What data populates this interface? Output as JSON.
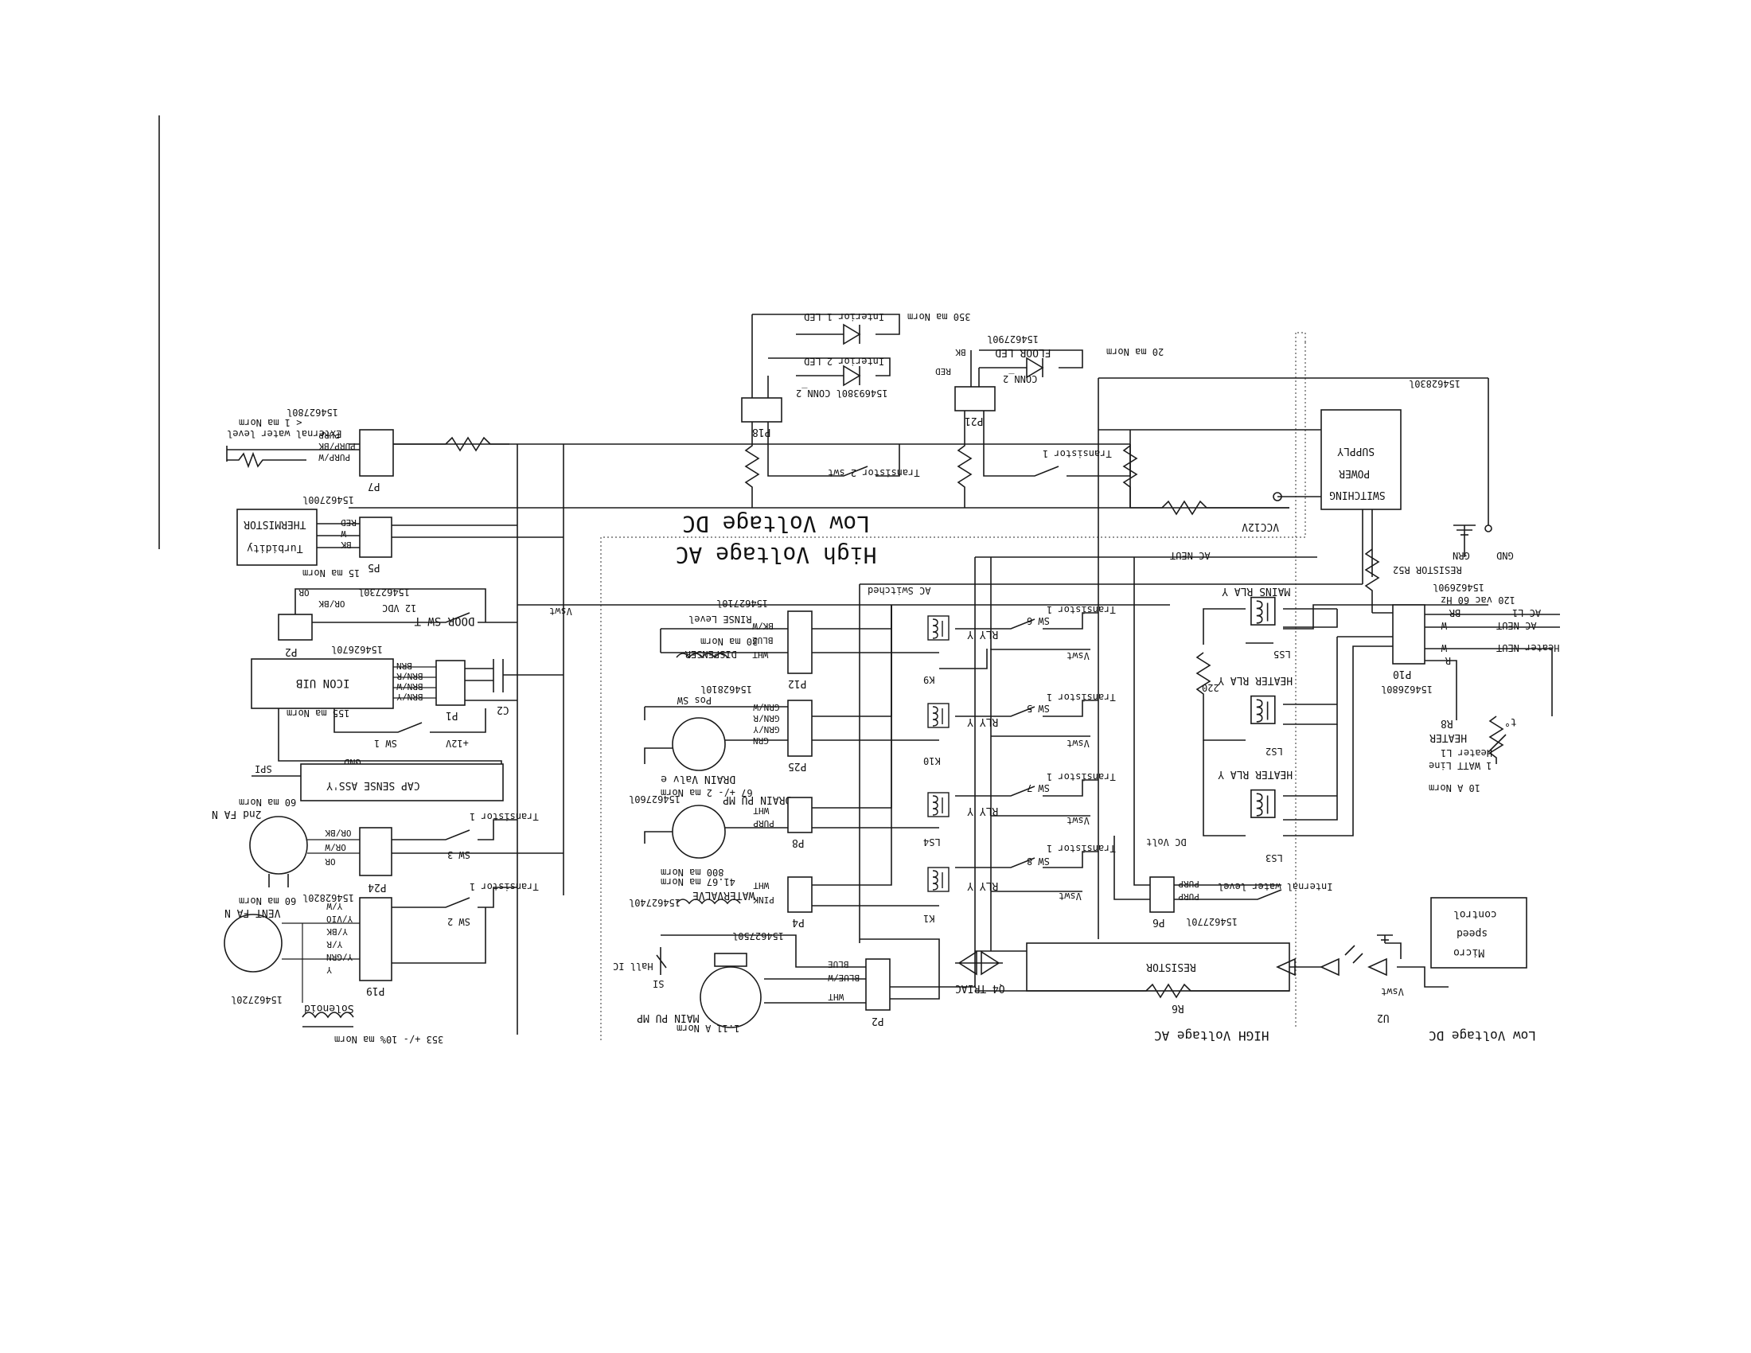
{
  "colors": {
    "ink": "#111111",
    "paper": "#ffffff",
    "boundary": "#555555"
  },
  "regions": {
    "low_dc_label": "Low Voltage DC",
    "high_ac_label": "High Voltage AC",
    "legend_low_dc": "Low Voltage DC",
    "legend_high_ac": "HIGH Voltage AC"
  },
  "labels": {
    "p7_part": "15462780l",
    "ext_water_level": "External water level",
    "ext_water_level_current": "< 1 ma Norm",
    "p7_wire_1": "PURP",
    "p7_wire_2": "PURP/BK",
    "p7_wire_3": "PURP/W",
    "p7_conn": "P7",
    "p5_part": "15462700l",
    "thermistor": "THERMISTOR",
    "turbidity": "Turbidity",
    "p5_wire_1": "RED",
    "p5_wire_2": "W",
    "p5_wire_3": "BK",
    "p5_conn": "P5",
    "p5_current": "15 ma Norm",
    "p2_conn": "P2",
    "door_switch": "DOOR SW T",
    "door_vdc": "12 VDC",
    "door_part": "15462730l",
    "door_wire_1": "OR/BK",
    "door_wire_2": "OR",
    "p1_part": "15462670l",
    "icon_uib": "ICON UIB",
    "icon_current": "155 ma Norm",
    "p1_wire_1": "BRN",
    "p1_wire_2": "BRN/R",
    "p1_wire_3": "BRN/W",
    "p1_wire_4": "BRN/Y",
    "p1_conn": "P1",
    "c2": "C2",
    "sw1": "SW 1",
    "plus12v": "+12V",
    "gnd": "GND",
    "cap_sense": "CAP SENSE ASS'Y",
    "spi": "SPI",
    "second_fan": "2nd FA N",
    "second_fan_current": "60 ma Norm",
    "p24_wire_1": "OR/BK",
    "p24_wire_2": "OR/W",
    "p24_wire_3": "OR",
    "p24_conn": "P24",
    "p24_part": "15462820l",
    "sw3": "SW 3",
    "sw3_transistor": "Transistor 1",
    "vent_fan": "VENT FA N",
    "vent_fan_current": "60 ma Norm",
    "p19_wire_1": "Y/W",
    "p19_wire_2": "Y/VIO",
    "p19_wire_3": "Y/BK",
    "p19_wire_4": "Y/R",
    "p19_wire_5": "Y/GRN",
    "p19_wire_6": "Y",
    "p19_conn": "P19",
    "p19_part": "15462720l",
    "sw2": "SW 2",
    "sw2_transistor": "Transistor 1",
    "solenoid": "Solenoid",
    "solenoid_current": "353 +/- 10% ma Norm",
    "interior_led_1": "Interior 1 LED",
    "interior_led_1_current": "350 ma Norm",
    "interior_led_2": "Interior 2 LED",
    "conn2_p18": "15469380l CONN_2",
    "p18_conn": "P18",
    "p18_transistor": "Transistor 2 swt",
    "floor_led": "FLOOR LED",
    "floor_led_current": "20 ma Norm",
    "floor_led_part": "15462790l",
    "floor_bk": "BK",
    "floor_red": "RED",
    "conn2_p21": "CONN_2",
    "p21_conn": "P21",
    "p21_transistor": "Transistor 1",
    "smps_part": "15462830l",
    "smps_1": "SWITCHING",
    "smps_2": "POWER",
    "smps_3": "SUPPLY",
    "vcc12v": "VCC12V",
    "gnd_top": "GND",
    "grn": "GRN",
    "resistor_r52": "RESISTOR R52",
    "ac_neut": "AC NEUT",
    "ac_switched": "AC Switched",
    "vswt": "Vswt",
    "p12_part": "15462710l",
    "rinse_level": "RINSE Level",
    "p12_wire_1": "BK/W",
    "p12_wire_2": "BLUE",
    "p12_wire_3": "WHT",
    "dispenser": "DISPENSER",
    "dispenser_current": "30 ma Norm",
    "p12_conn": "P12",
    "k9": "K9",
    "k9_sw": "SW 6",
    "k9_transistor": "Transistor 1",
    "rly_k9": "RLY Y",
    "p25_part": "15462810l",
    "pos_sw": "Pos SW",
    "p25_wire_1": "GRN/W",
    "p25_wire_2": "GRN/R",
    "p25_wire_3": "GRN/Y",
    "p25_wire_4": "GRN",
    "p25_conn": "P25",
    "drain_valve": "DRAIN Valv e",
    "drain_valve_current": "67 +/- 2 ma Norm",
    "k10": "K10",
    "k10_sw": "SW 5",
    "k10_transistor": "Transistor 1",
    "rly_k10": "RLY Y",
    "p8_part": "15462760l",
    "drain_pump": "DRAIN PU MP",
    "p8_wire_1": "WHT",
    "p8_wire_2": "PURP",
    "p8_conn": "P8",
    "drain_pump_current": "800 ma Norm",
    "ls4": "LS4",
    "ls4_sw": "SW 7",
    "ls4_transistor": "Transistor 1",
    "rly_ls4": "RLY Y",
    "p4_part": "15462740l",
    "water_valve": "WATERVALVE",
    "p4_wire_1": "WHT",
    "p4_wire_2": "PINK",
    "p4_conn": "P4",
    "water_valve_current": "41.67 ma Norm",
    "k1": "K1",
    "k1_sw": "SW 8",
    "k1_transistor": "Transistor 1",
    "rly_k1": "RLY Y",
    "p2_part": "15462750l",
    "hall_ic": "Hall IC",
    "si": "SI",
    "p2_wire_1": "BLUE",
    "p2_wire_2": "BLUE/W",
    "p2_wire_3": "WHT",
    "main_pump": "MAIN PU MP",
    "main_pump_current": "1.11 A Norm",
    "mains_relay": "MAINS RLA Y",
    "ls5": "LS5",
    "r220": "220",
    "heater_relay_1": "HEATER RLA Y",
    "ls2": "LS2",
    "heater_relay_2": "HEATER RLA Y",
    "ls3": "LS3",
    "dc_volt": "DC Volt",
    "water_level_int": "Internal water level",
    "p6_wire_1": "PURP",
    "p6_wire_2": "PURP",
    "p6_conn": "P6",
    "p6_part": "15462770l",
    "p10_part": "15462690l",
    "ac_120": "120 vac 60 Hz",
    "ac_l1": "AC L1",
    "ac_l1_color": "BR",
    "ac_neut_w": "AC NEUT",
    "ac_neut_w_color": "W",
    "heater_neut": "Heater NEUT",
    "heater_neut_color": "W",
    "heater_r": "R",
    "p10_conn": "P10",
    "p10_heater_part": "15462680l",
    "heater": "HEATER",
    "r8": "R8",
    "t0": "t°",
    "heater_l1": "Heater L1",
    "watt_line": "1 WATT Line",
    "heater_current": "10 A Norm",
    "resistor_r6": "RESISTOR",
    "r6": "R6",
    "q4_triac": "Q4 TRIAC",
    "u2": "U2",
    "u2_vswt": "Vswt",
    "micro_1": "Micro",
    "micro_2": "speed",
    "micro_3": "control"
  }
}
